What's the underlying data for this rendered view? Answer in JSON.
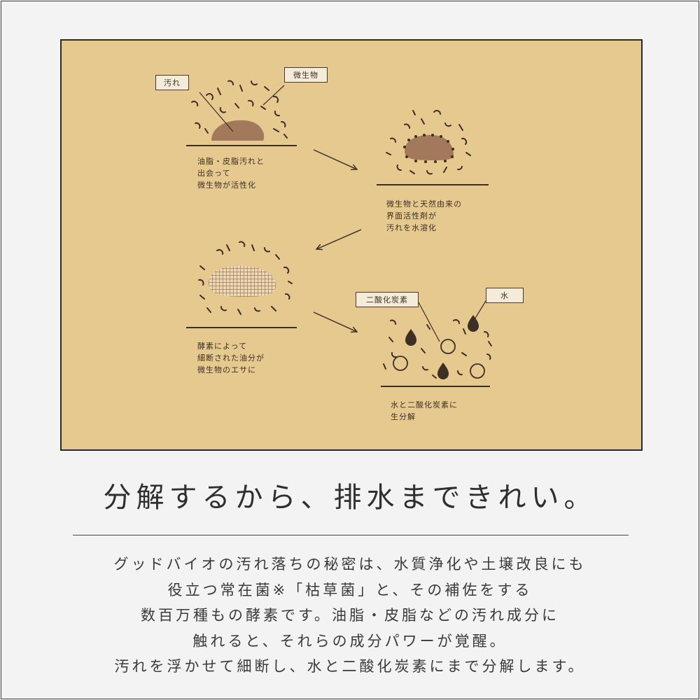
{
  "diagram": {
    "labels": {
      "dirt": "汚れ",
      "microbe": "微生物",
      "co2": "二酸化炭素",
      "water": "水"
    },
    "captions": {
      "step1": "油脂・皮脂汚れと\n出会って\n微生物が活性化",
      "step2": "微生物と天然由来の\n界面活性剤が\n汚れを水溶化",
      "step3": "酵素によって\n細断された油分が\n微生物のエサに",
      "step4": "水と二酸化炭素に\n生分解"
    },
    "colors": {
      "background": "#e5c98f",
      "dirt": "#a2795a",
      "outline": "#3b2f26"
    }
  },
  "headline": "分解するから、排水まできれい。",
  "body_lines": [
    "グッドバイオの汚れ落ちの秘密は、水質浄化や土壌改良にも",
    "役立つ常在菌※「枯草菌」と、その補佐をする",
    "数百万種もの酵素です。油脂・皮脂などの汚れ成分に",
    "触れると、それらの成分パワーが覚醒。",
    "汚れを浮かせて細断し、水と二酸化炭素にまで分解します。"
  ]
}
